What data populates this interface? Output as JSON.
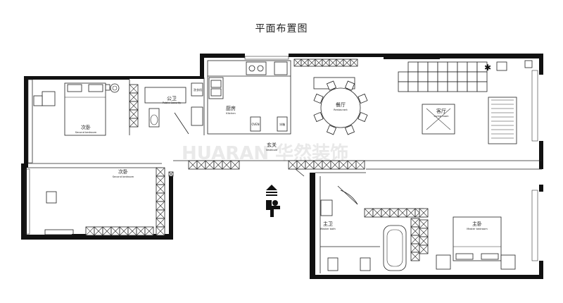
{
  "title": "平面布置图",
  "watermark": "HUARAN 华然装饰",
  "rooms": {
    "second_bedroom_1": {
      "cn": "次卧",
      "en": "Second bedroom"
    },
    "second_bedroom_2": {
      "cn": "次卧",
      "en": "Second bedroom"
    },
    "public_bath": {
      "cn": "公卫",
      "en": "Public Security"
    },
    "kitchen": {
      "cn": "厨房",
      "en": "Kitchen"
    },
    "restaurant": {
      "cn": "餐厅",
      "en": "Restaurant"
    },
    "living_room": {
      "cn": "客厅",
      "en": "Living room"
    },
    "vestibule": {
      "cn": "玄关",
      "en": "Vestibule"
    },
    "master_bath": {
      "cn": "主卫",
      "en": "Master bath"
    },
    "master_bedroom": {
      "cn": "主卧",
      "en": "Master bedroom"
    }
  },
  "labels": {
    "washer": "洗衣机",
    "fridge": "冰箱",
    "oven": "OVEN"
  }
}
